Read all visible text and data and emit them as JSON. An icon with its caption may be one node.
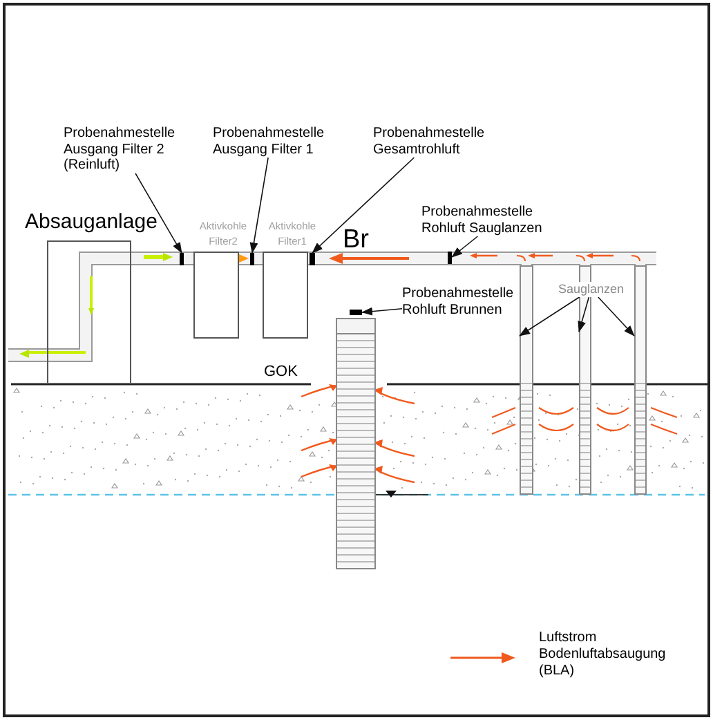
{
  "diagram": {
    "nodes": [
      {
        "text": [
          "Absauganlage"
        ]
      },
      {
        "text": [
          "Aktivkohle Filter2"
        ]
      },
      {
        "text": [
          "Aktivkohle Filter1"
        ]
      },
      {
        "text": [
          "Br"
        ]
      },
      {
        "text": [
          "Probenahmestelle Ausgang Filter 2 (Reinluft)"
        ]
      },
      {
        "text": [
          "Probenahmestelle Ausgang Filter 1"
        ]
      },
      {
        "text": [
          "Probenahmestelle Gesamtrohluft"
        ]
      },
      {
        "text": [
          "Probenahmestelle Rohluft Sauglanzen"
        ]
      },
      {
        "text": [
          "Probenahmestelle Rohluft Brunnen"
        ]
      },
      {
        "text": [
          "Sauglanzen"
        ]
      },
      {
        "text": [],
        "shape": "bar"
      },
      {
        "text": [],
        "shape": "bar"
      },
      {
        "text": [],
        "shape": "bar"
      },
      {
        "text": [],
        "shape": "bar"
      },
      {
        "text": [],
        "shape": "bar"
      },
      {
        "text": [],
        "shape": "bar"
      },
      {
        "text": [],
        "shape": "bar"
      },
      {
        "text": [],
        "shape": "bar"
      }
    ],
    "edges": [
      {
        "from": 4,
        "to": 10,
        "arrow": "to"
      },
      {
        "from": 5,
        "to": 11,
        "arrow": "to"
      },
      {
        "from": 6,
        "to": 12,
        "arrow": "to"
      },
      {
        "from": 8,
        "to": 13,
        "arrow": "to"
      },
      {
        "from": 7,
        "to": 14,
        "arrow": "to"
      },
      {
        "from": 9,
        "to": 15,
        "arrow": "to"
      },
      {
        "from": 9,
        "to": 16,
        "arrow": "to"
      },
      {
        "from": 9,
        "to": 17,
        "arrow": "to"
      }
    ],
    "labels": [
      "GOK"
    ],
    "legend": [
      {
        "text": "Luftstrom Bodenluftabsaugung (BLA)"
      }
    ]
  }
}
